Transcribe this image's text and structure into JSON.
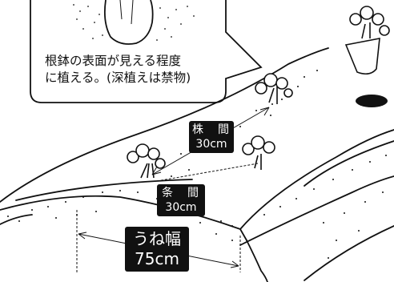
{
  "callout": {
    "line1": "根鉢の表面が見える程度",
    "line2": "に植える。(深植えは禁物)"
  },
  "labels": {
    "plant_spacing": {
      "line1": "株　間",
      "line2": "30cm"
    },
    "row_spacing": {
      "line1": "条　間",
      "line2": "30cm"
    },
    "bed_width": {
      "line1": "うね幅",
      "line2": "75cm"
    }
  },
  "colors": {
    "ink": "#111111",
    "label_bg": "#111111",
    "label_text": "#ffffff",
    "background": "#ffffff"
  }
}
